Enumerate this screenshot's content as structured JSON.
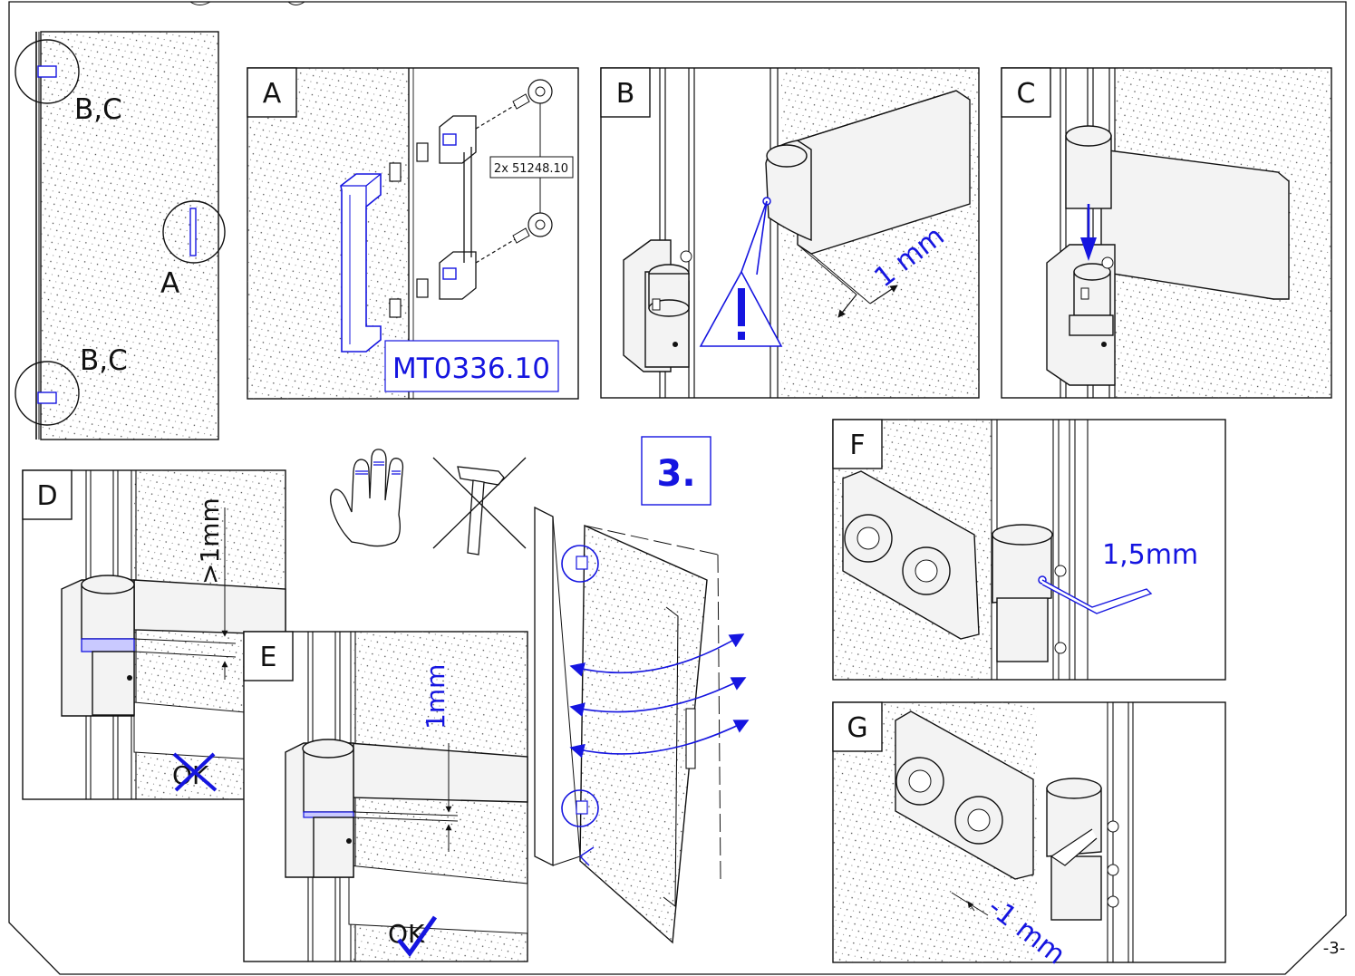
{
  "colors": {
    "accent": "#1515e0",
    "ink": "#111111",
    "paper": "#ffffff"
  },
  "overview": {
    "label_bc_top": "B,C",
    "label_a": "A",
    "label_bc_bottom": "B,C"
  },
  "panel_a": {
    "label": "A",
    "part_ref": "2x 51248.10",
    "part_no": "MT0336.10"
  },
  "panel_b": {
    "label": "B",
    "gap": "1 mm",
    "warning_icon": "warning-triangle-icon"
  },
  "panel_c": {
    "label": "C"
  },
  "panel_d": {
    "label": "D",
    "gap": ">1mm",
    "status": "OK",
    "status_mark": "cross-icon"
  },
  "panel_e": {
    "label": "E",
    "gap": "1mm",
    "status": "OK",
    "status_mark": "check-icon"
  },
  "step": {
    "number": "3."
  },
  "tools": {
    "hand": "hand-icon",
    "hammer": "hammer-crossed-icon"
  },
  "panel_f": {
    "label": "F",
    "key": "1,5mm"
  },
  "panel_g": {
    "label": "G",
    "gap": "-1 mm"
  },
  "page": {
    "number": "-3-"
  }
}
